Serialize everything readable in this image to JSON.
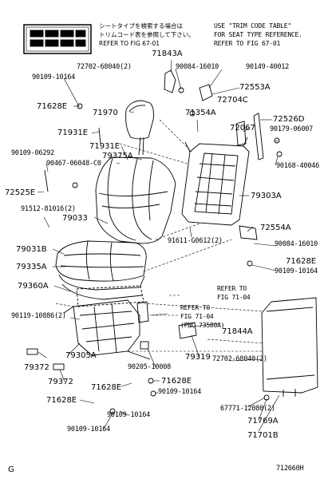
{
  "header": {
    "jp_note": "シートタイプを検索する場合は\nトリムコード表を参照して下さい。\nREFER TO FIG 67-01",
    "en_note": "USE \"TRIM CODE TABLE\"\nFOR SEAT TYPE REFERENCE.\nREFER TO FIG 67-01"
  },
  "refs": {
    "ref1": "REFER TO\nFIG 71-04",
    "ref2": "REFER TO\nFIG 71-04\n(PNC 73580A)"
  },
  "parts": {
    "p71843A": "71843A",
    "p72702_68040_2_top": "72702-68040(2)",
    "p90084_16010_top": "90084-16010",
    "p90149_40012": "90149-40012",
    "p90109_10164_a": "90109-10164",
    "p72553A": "72553A",
    "p72704C": "72704C",
    "p71628E_a": "71628E",
    "p71970": "71970",
    "p71354A": "71354A",
    "p72526D": "72526D",
    "p72067": "72067",
    "p90179_06007": "90179-06007",
    "p71931E_a": "71931E",
    "p71931E_b": "71931E",
    "p79375A": "79375A",
    "p90109_06292": "90109-06292",
    "p90467_06048_C": "90467-06048-C0",
    "p90168_40046": "90168-40046",
    "p72525E": "72525E",
    "p79303A": "79303A",
    "p91512_81016_2": "91512-81016(2)",
    "p79033": "79033",
    "p72554A": "72554A",
    "p91611_G0612_2": "91611-G0612(2)",
    "p90084_16010_b": "90084-16010",
    "p79031B": "79031B",
    "p71628E_b": "71628E",
    "p79335A": "79335A",
    "p90109_10164_b": "90109-10164",
    "p79360A": "79360A",
    "p90119_10886_2": "90119-10886(2)",
    "p71844A": "71844A",
    "p79305A": "79305A",
    "p79319": "79319",
    "p72702_68040_2_b": "72702-68040(2)",
    "p79372_a": "79372",
    "p90205_10008": "90205-10008",
    "p79372_b": "79372",
    "p71628E_c": "71628E",
    "p71628E_d": "71628E",
    "p90109_10164_c": "90109-10164",
    "p71628E_e": "71628E",
    "p90109_10164_d": "90109-10164",
    "p67771_12080_2": "67771-12080(2)",
    "p71769A": "71769A",
    "p90109_10164_e": "90109-10164",
    "p71701B": "71701B"
  },
  "footer": {
    "left_code": "G",
    "right_code": "712660H"
  }
}
